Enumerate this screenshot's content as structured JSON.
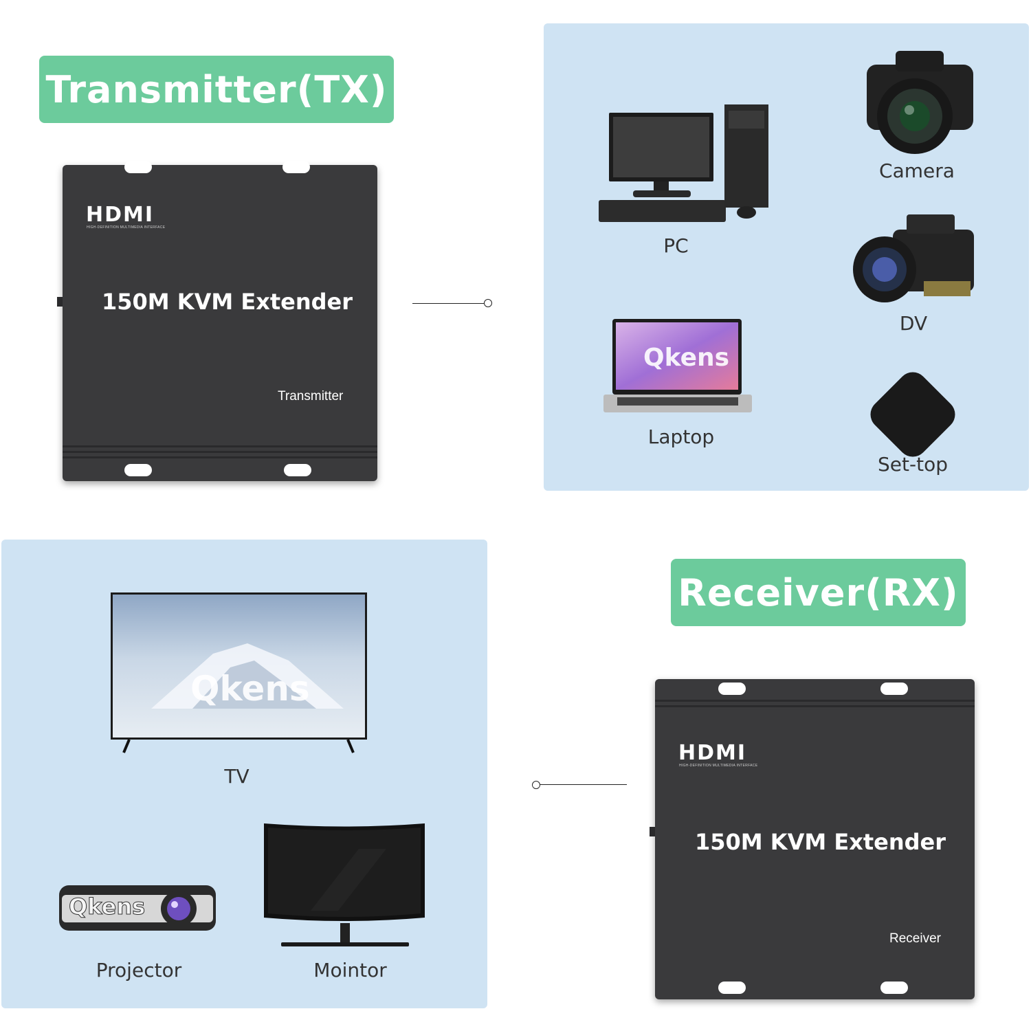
{
  "transmitter": {
    "badge": "Transmitter(TX)",
    "hdmi_logo": "HDMI",
    "hdmi_subtitle": "HIGH-DEFINITION MULTIMEDIA INTERFACE",
    "model": "150M KVM Extender",
    "role": "Transmitter"
  },
  "receiver": {
    "badge": "Receiver(RX)",
    "hdmi_logo": "HDMI",
    "hdmi_subtitle": "HIGH-DEFINITION MULTIMEDIA INTERFACE",
    "model": "150M KVM Extender",
    "role": "Receiver"
  },
  "sources": {
    "pc": "PC",
    "camera": "Camera",
    "dv": "DV",
    "laptop": "Laptop",
    "settop": "Set-top",
    "watermark": "Qkens"
  },
  "displays": {
    "tv": "TV",
    "projector": "Projector",
    "monitor": "Mointor",
    "watermark": "Qkens"
  },
  "colors": {
    "badge_green": "#6ccb9c",
    "panel_blue": "#cfe3f3",
    "device_gray": "#3a3a3c"
  }
}
